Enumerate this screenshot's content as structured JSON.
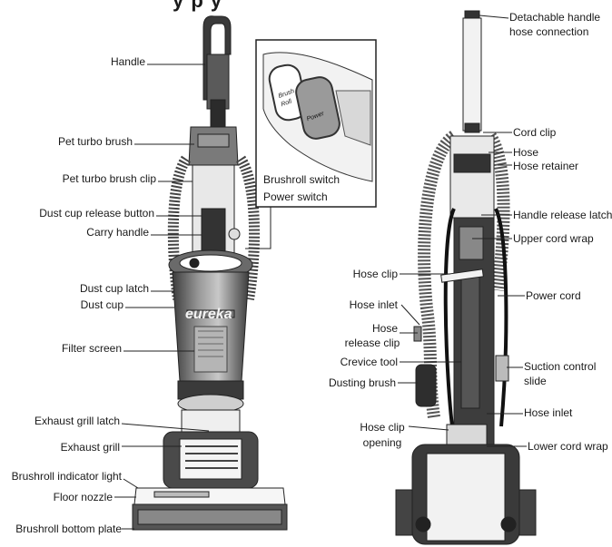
{
  "title_fragment": "y p  y",
  "left_labels": {
    "handle": "Handle",
    "pet_turbo_brush": "Pet turbo brush",
    "pet_turbo_brush_clip": "Pet turbo brush clip",
    "dust_cup_release_button": "Dust cup release button",
    "carry_handle": "Carry handle",
    "dust_cup_latch": "Dust cup latch",
    "dust_cup": "Dust cup",
    "filter_screen": "Filter screen",
    "exhaust_grill_latch": "Exhaust grill latch",
    "exhaust_grill": "Exhaust grill",
    "brushroll_indicator_light": "Brushroll indicator light",
    "floor_nozzle": "Floor nozzle",
    "brushroll_bottom_plate": "Brushroll bottom plate"
  },
  "inset_labels": {
    "brushroll_switch": "Brushroll switch",
    "power_switch": "Power switch",
    "switch_text_brush": "Brush",
    "switch_text_roll": "Roll",
    "switch_text_power": "Power"
  },
  "brand": "eureka",
  "right_labels": {
    "detachable_handle_line1": "Detachable handle",
    "detachable_handle_line2": "hose connection",
    "cord_clip": "Cord clip",
    "hose": "Hose",
    "hose_retainer": "Hose retainer",
    "handle_release_latch": "Handle release latch",
    "upper_cord_wrap": "Upper cord wrap",
    "hose_clip": "Hose clip",
    "power_cord": "Power cord",
    "hose_inlet_upper": "Hose inlet",
    "hose_release_clip_line1": "Hose",
    "hose_release_clip_line2": "release clip",
    "crevice_tool": "Crevice tool",
    "suction_control_line1": "Suction control",
    "suction_control_line2": "slide",
    "dusting_brush": "Dusting brush",
    "hose_inlet_lower": "Hose inlet",
    "hose_clip_opening_line1": "Hose clip",
    "hose_clip_opening_line2": "opening",
    "lower_cord_wrap": "Lower cord wrap"
  }
}
